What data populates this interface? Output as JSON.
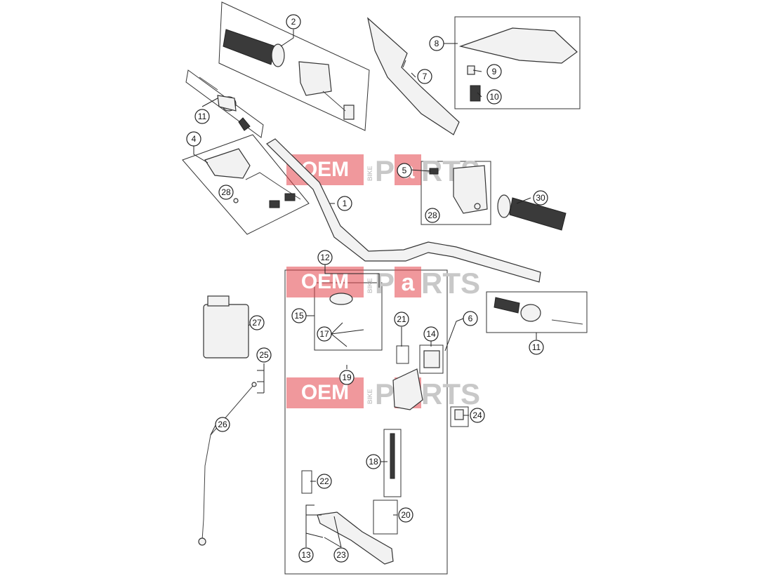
{
  "watermark": {
    "oem": "OEM",
    "bike": "BIKE",
    "p": "P",
    "a": "a",
    "rts": "RTS"
  },
  "callouts": [
    {
      "id": "c1",
      "label": "1"
    },
    {
      "id": "c2",
      "label": "2"
    },
    {
      "id": "c4",
      "label": "4"
    },
    {
      "id": "c5",
      "label": "5"
    },
    {
      "id": "c6",
      "label": "6"
    },
    {
      "id": "c7",
      "label": "7"
    },
    {
      "id": "c8",
      "label": "8"
    },
    {
      "id": "c9",
      "label": "9"
    },
    {
      "id": "c10",
      "label": "10"
    },
    {
      "id": "c11a",
      "label": "11"
    },
    {
      "id": "c11b",
      "label": "11"
    },
    {
      "id": "c12",
      "label": "12"
    },
    {
      "id": "c13",
      "label": "13"
    },
    {
      "id": "c14",
      "label": "14"
    },
    {
      "id": "c15",
      "label": "15"
    },
    {
      "id": "c17",
      "label": "17"
    },
    {
      "id": "c18",
      "label": "18"
    },
    {
      "id": "c19",
      "label": "19"
    },
    {
      "id": "c20",
      "label": "20"
    },
    {
      "id": "c21",
      "label": "21"
    },
    {
      "id": "c22",
      "label": "22"
    },
    {
      "id": "c23",
      "label": "23"
    },
    {
      "id": "c24",
      "label": "24"
    },
    {
      "id": "c25",
      "label": "25"
    },
    {
      "id": "c26",
      "label": "26"
    },
    {
      "id": "c27",
      "label": "27"
    },
    {
      "id": "c28a",
      "label": "28"
    },
    {
      "id": "c28b",
      "label": "28"
    },
    {
      "id": "c30",
      "label": "30"
    }
  ],
  "colors": {
    "watermark_red": "#e3444a",
    "watermark_gray": "#c8c8c8",
    "line": "#222222"
  }
}
